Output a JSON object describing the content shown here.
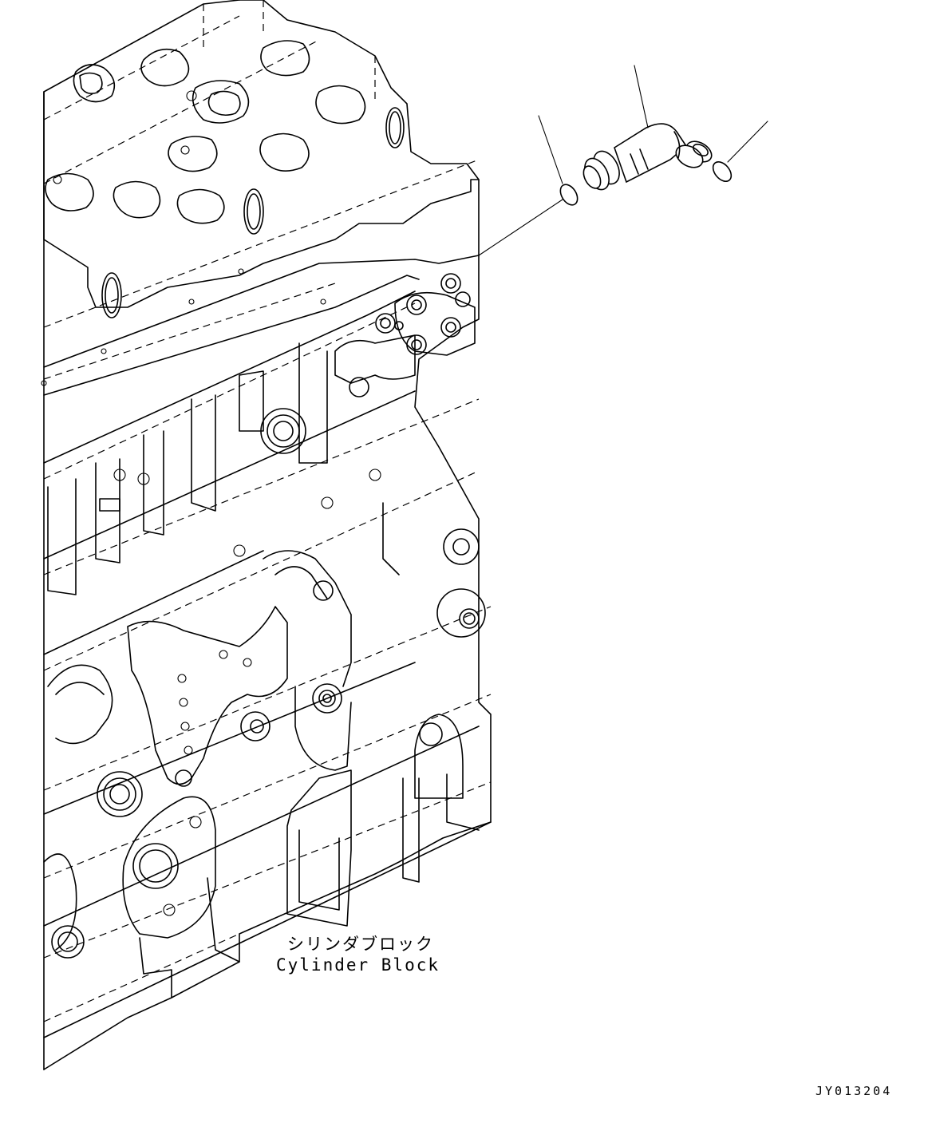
{
  "labels": {
    "block_jp": "シリンダブロック",
    "block_en": "Cylinder Block",
    "drawing_code": "JY013204"
  },
  "icons": [
    "o-ring-icon",
    "elbow-fitting-icon",
    "o-ring-icon"
  ]
}
